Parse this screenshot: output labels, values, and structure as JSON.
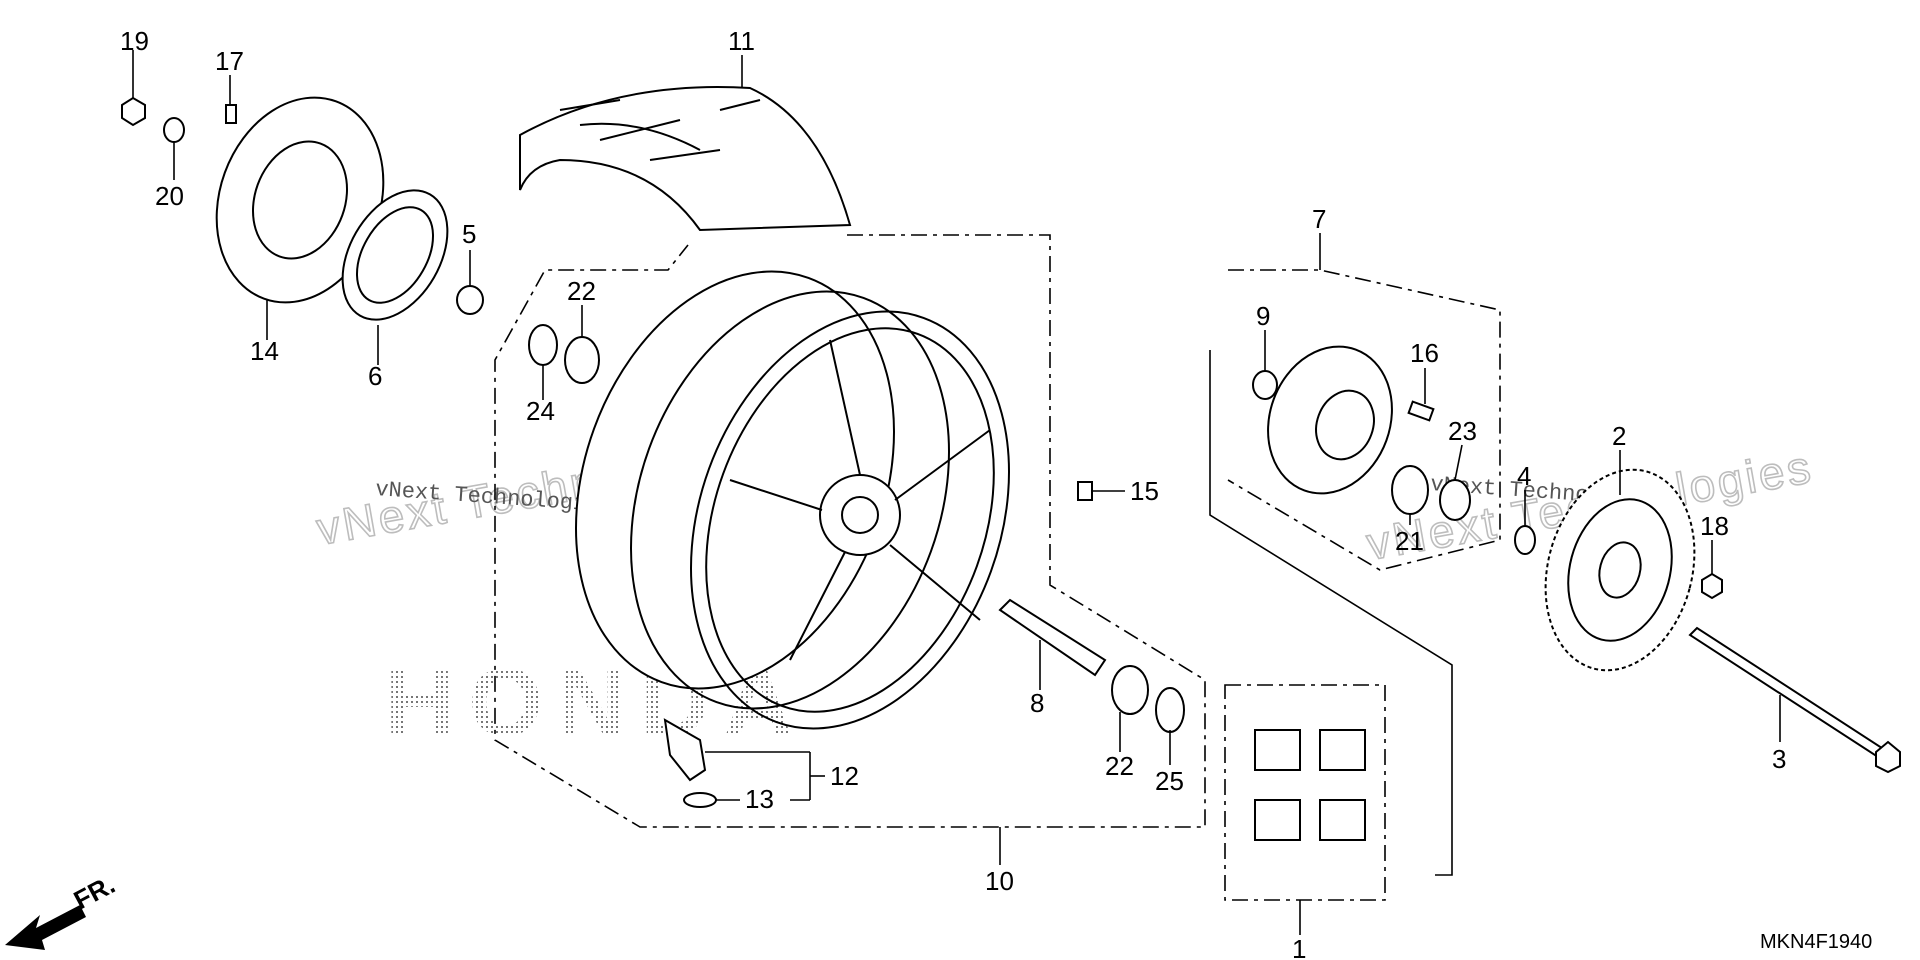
{
  "diagram_code": "MKN4F1940",
  "direction_label": "FR.",
  "watermark_text": "vNext Technologies",
  "brand_watermark": "HONDA",
  "callouts": {
    "c1": "1",
    "c2": "2",
    "c3": "3",
    "c4": "4",
    "c5": "5",
    "c6": "6",
    "c7": "7",
    "c8": "8",
    "c9": "9",
    "c10": "10",
    "c11": "11",
    "c12": "12",
    "c13": "13",
    "c14": "14",
    "c15": "15",
    "c16": "16",
    "c17": "17",
    "c18": "18",
    "c19": "19",
    "c20": "20",
    "c21": "21",
    "c22a": "22",
    "c22b": "22",
    "c23": "23",
    "c24": "24",
    "c25": "25"
  }
}
